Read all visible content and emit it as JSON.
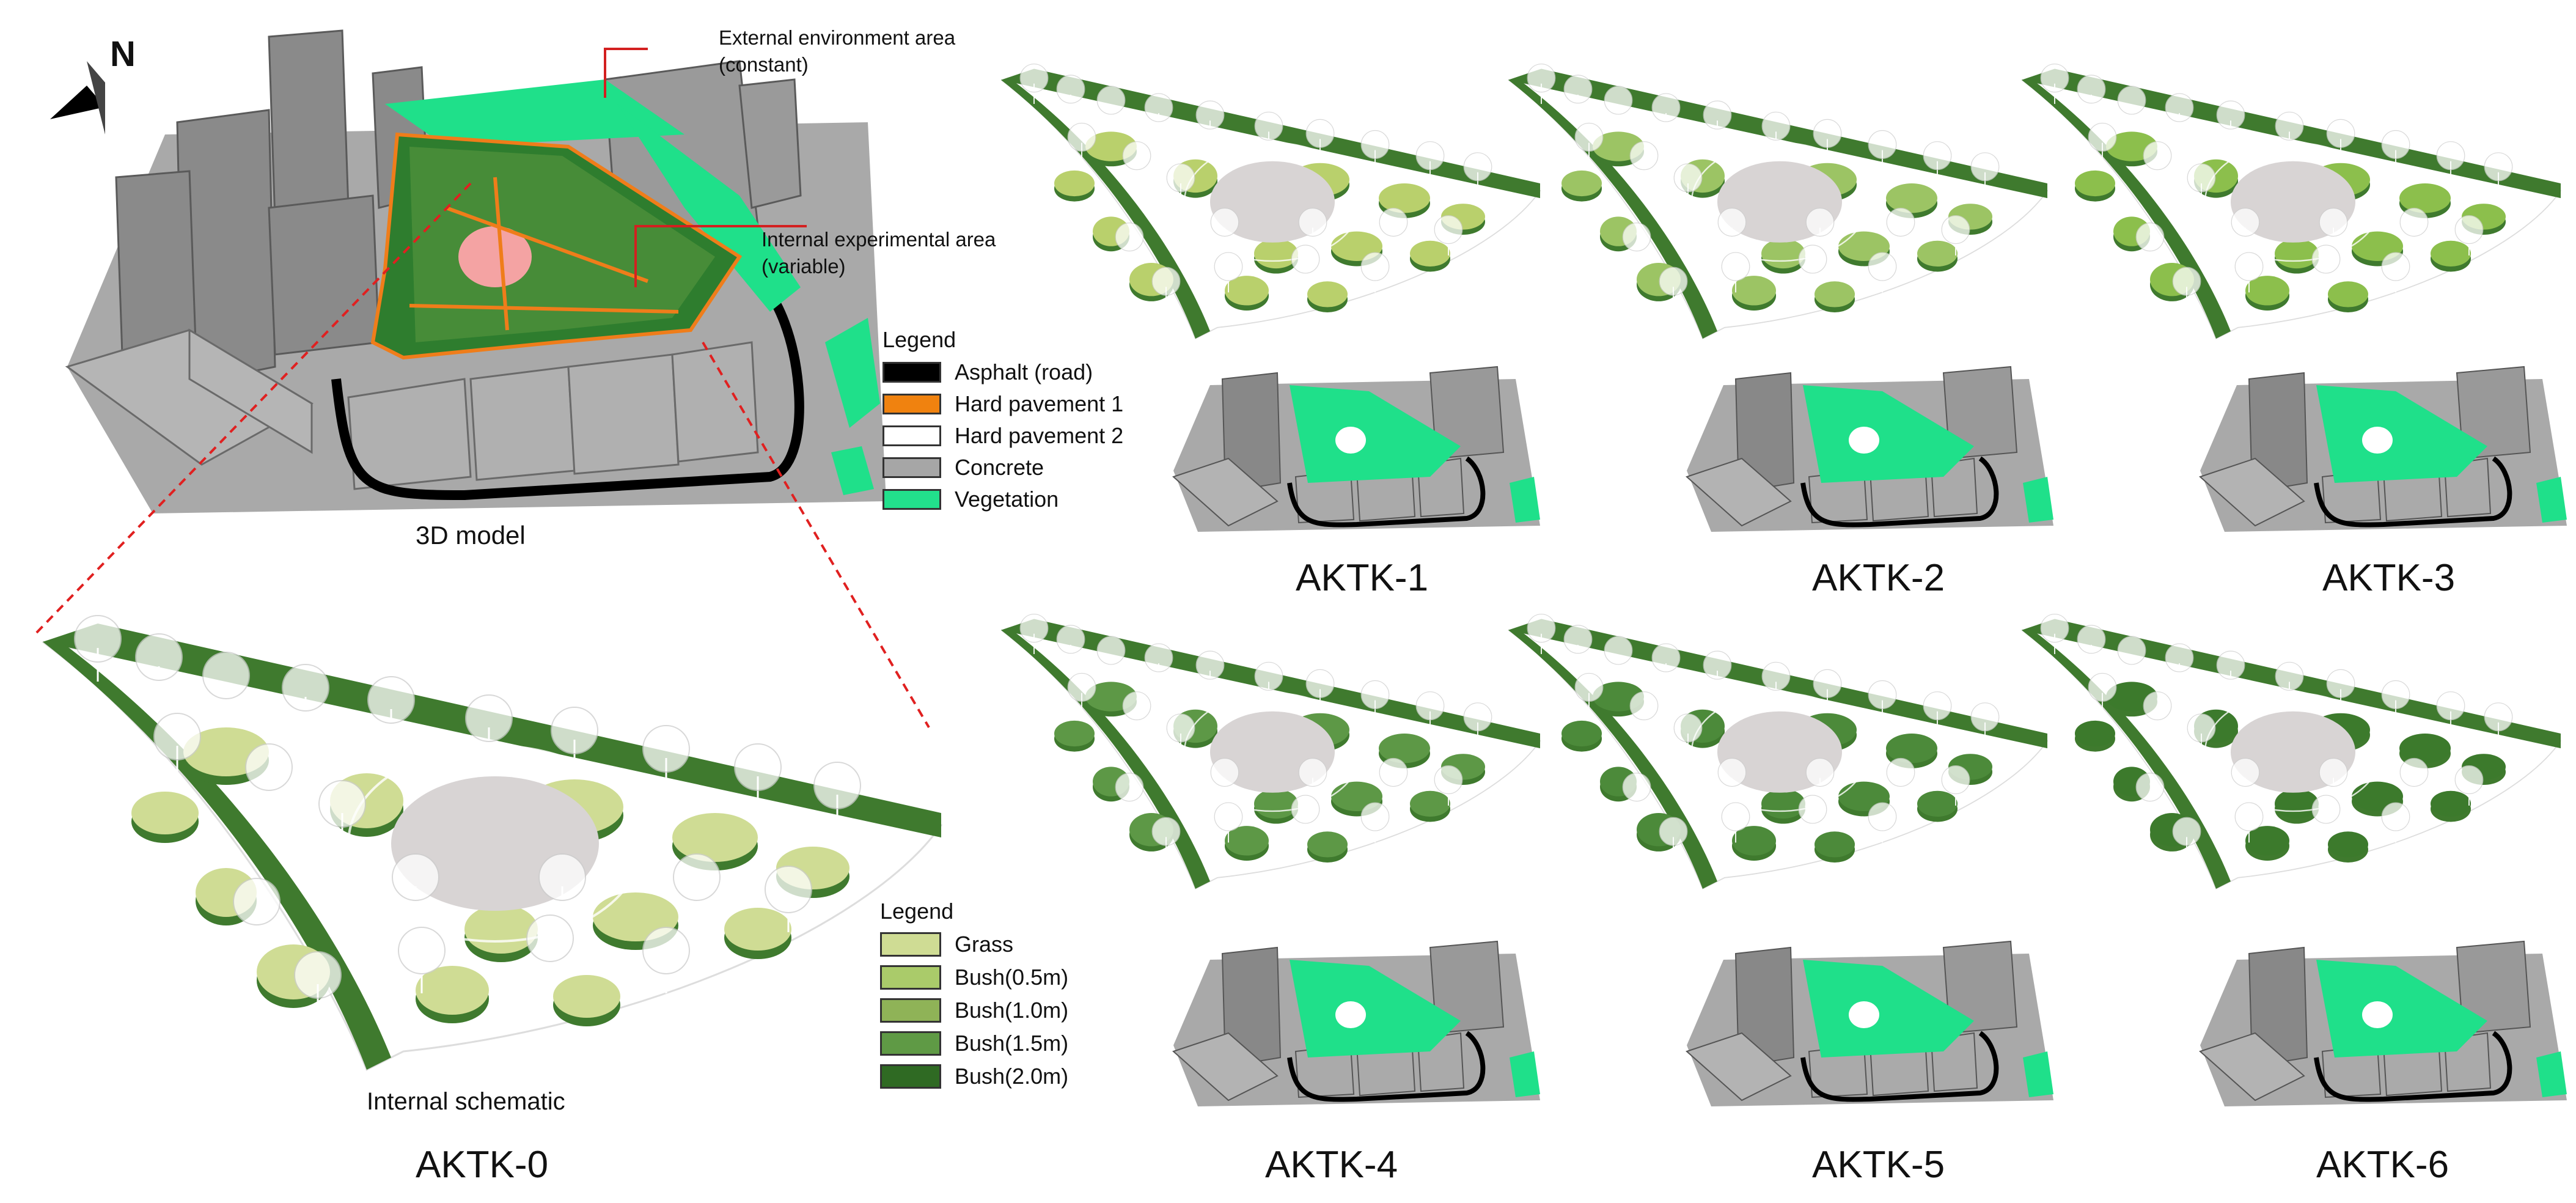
{
  "compass": {
    "label": "N"
  },
  "model3d": {
    "caption": "3D model",
    "callout_external": "External environment area\n(constant)",
    "callout_internal": "Internal experimental area\n(variable)"
  },
  "legend_materials": {
    "title": "Legend",
    "items": [
      {
        "label": "Asphalt (road)",
        "color": "#000000"
      },
      {
        "label": "Hard pavement 1",
        "color": "#f0820f"
      },
      {
        "label": "Hard pavement 2",
        "color": "#ffffff"
      },
      {
        "label": "Concrete",
        "color": "#a6a6a6"
      },
      {
        "label": "Vegetation",
        "color": "#22e08c"
      }
    ]
  },
  "schematic": {
    "caption": "Internal schematic",
    "scenario": "AKTK-0"
  },
  "legend_vegetation": {
    "title": "Legend",
    "items": [
      {
        "label": "Grass",
        "color": "#cfdc94"
      },
      {
        "label": "Bush(0.5m)",
        "color": "#aacb6a"
      },
      {
        "label": "Bush(1.0m)",
        "color": "#8fb357"
      },
      {
        "label": "Bush(1.5m)",
        "color": "#5f9a45"
      },
      {
        "label": "Bush(2.0m)",
        "color": "#2f6a23"
      }
    ]
  },
  "scenarios": [
    {
      "label": "AKTK-1",
      "tone": "#b9d06c"
    },
    {
      "label": "AKTK-2",
      "tone": "#9cc464"
    },
    {
      "label": "AKTK-3",
      "tone": "#8cbf4c"
    },
    {
      "label": "AKTK-4",
      "tone": "#5d9846"
    },
    {
      "label": "AKTK-5",
      "tone": "#4c8a3a"
    },
    {
      "label": "AKTK-6",
      "tone": "#3c7a2c"
    }
  ]
}
